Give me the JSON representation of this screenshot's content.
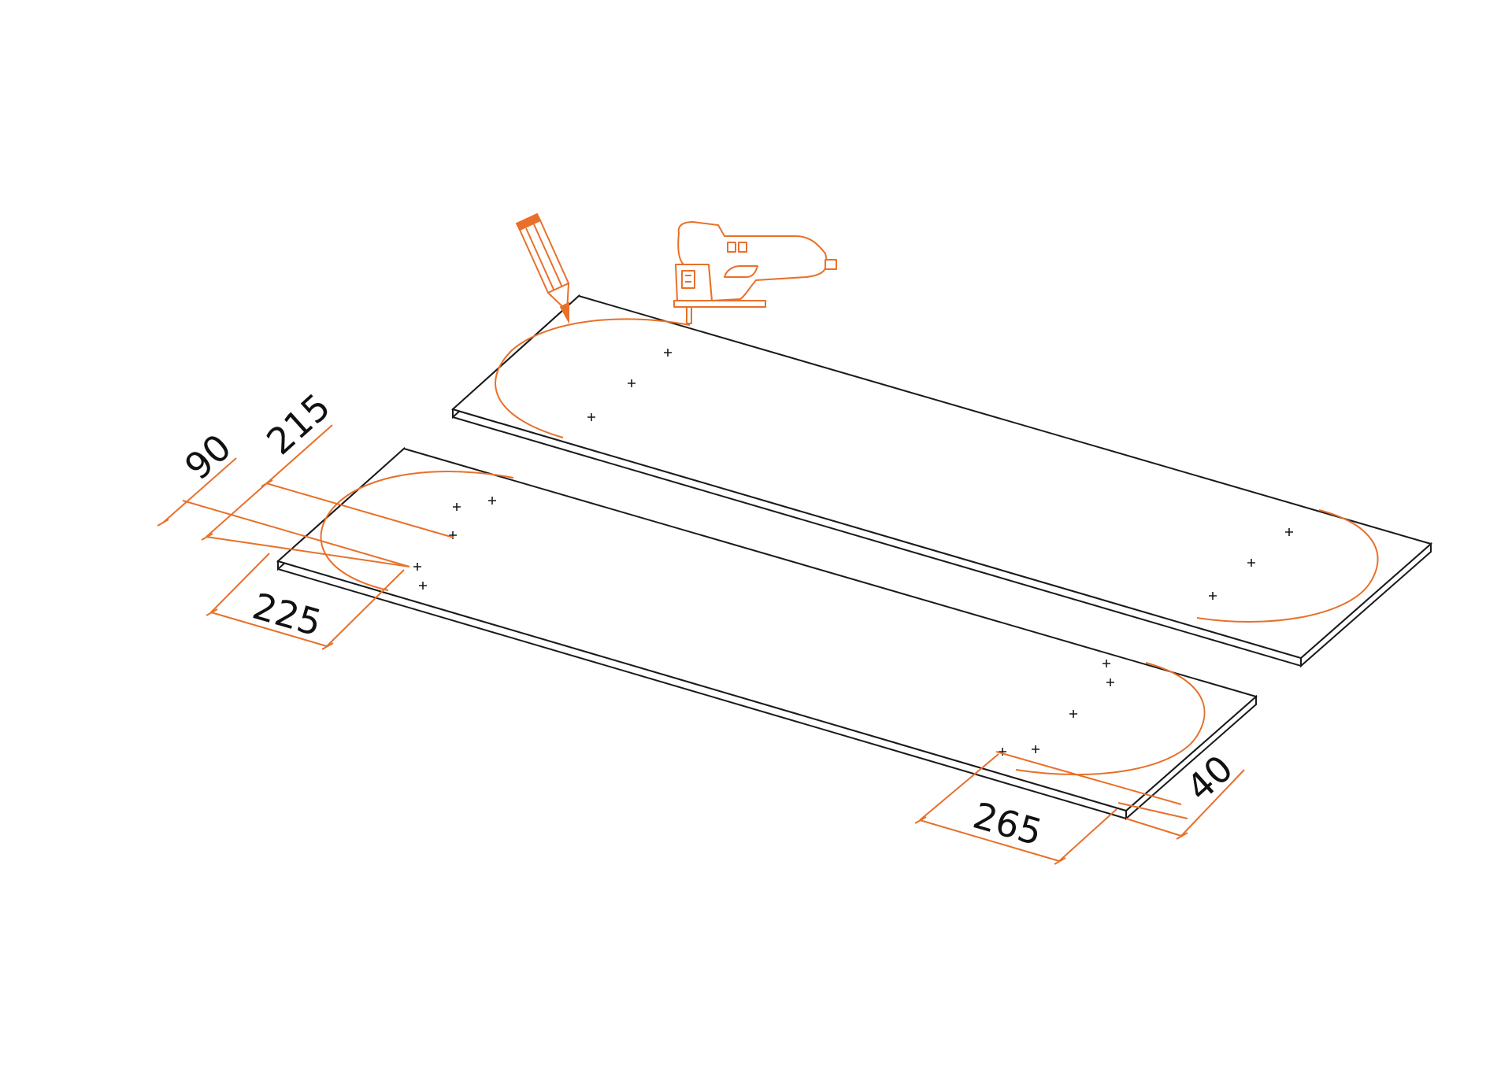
{
  "colors": {
    "accent": "#e8702a",
    "line": "#1a1a1a",
    "background": "#ffffff"
  },
  "icons": {
    "pencil": "pencil-icon",
    "jigsaw": "jigsaw-icon"
  },
  "dimensions": {
    "d90": "90",
    "d215": "215",
    "d225": "225",
    "d265": "265",
    "d40": "40"
  }
}
